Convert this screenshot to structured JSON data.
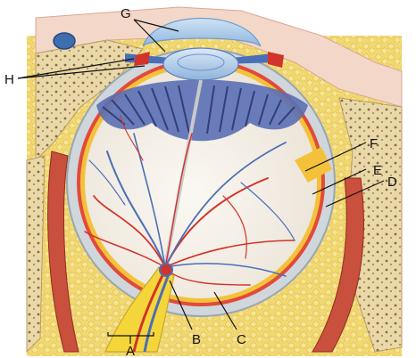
{
  "labels": {
    "a": "A",
    "b": "B",
    "c": "C",
    "d": "D",
    "e": "E",
    "f": "F",
    "g": "G",
    "h": "H"
  },
  "colors": {
    "bone": "#e9d8a8",
    "fat": "#f2d870",
    "sclera": "#cfd6dc",
    "choroid": "#e24a3a",
    "retina": "#f3c23a",
    "vitreous": "#f6f2ec",
    "ciliary": "#5a6fb4",
    "lens": "#b9d2ee",
    "cornea": "#9fc3e6",
    "muscle": "#c8503c",
    "artery": "#d2332a",
    "vein": "#4a6fb8",
    "optic_nerve": "#f4d63a",
    "leader": "#111111"
  }
}
